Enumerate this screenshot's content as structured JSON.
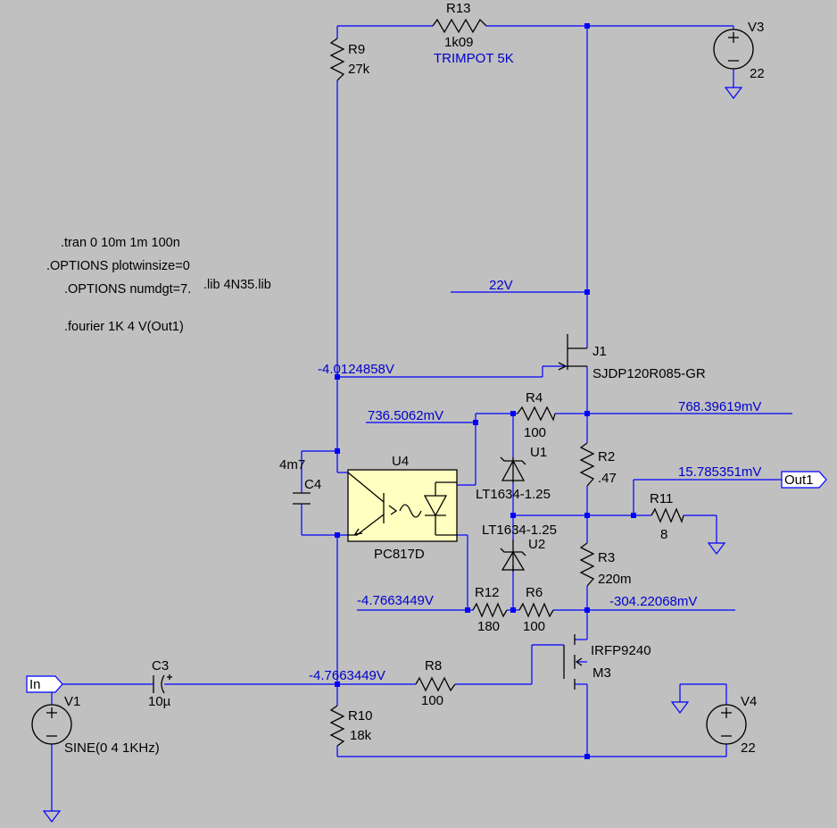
{
  "directives": [
    ".tran 0 10m 1m 100n",
    ".OPTIONS plotwinsize=0",
    ".OPTIONS numdgt=7.",
    ".lib 4N35.lib",
    ".fourier 1K 4 V(Out1)"
  ],
  "components": {
    "R13": {
      "name": "R13",
      "value": "1k09",
      "note": "TRIMPOT 5K"
    },
    "R9": {
      "name": "R9",
      "value": "27k"
    },
    "V3": {
      "name": "V3",
      "value": "22"
    },
    "J1": {
      "name": "J1",
      "value": "SJDP120R085-GR"
    },
    "R4": {
      "name": "R4",
      "value": "100"
    },
    "U1": {
      "name": "U1",
      "value": "LT1634-1.25"
    },
    "U2": {
      "name": "U2",
      "value": "LT1634-1.25"
    },
    "U4": {
      "name": "U4",
      "value": "PC817D"
    },
    "C4": {
      "name": "C4",
      "value": "4m7"
    },
    "R2": {
      "name": "R2",
      "value": ".47"
    },
    "R11": {
      "name": "R11",
      "value": "8"
    },
    "R3": {
      "name": "R3",
      "value": "220m"
    },
    "R12": {
      "name": "R12",
      "value": "180"
    },
    "R6": {
      "name": "R6",
      "value": "100"
    },
    "M3": {
      "name": "M3",
      "value": "IRFP9240"
    },
    "C3": {
      "name": "C3",
      "value": "10µ"
    },
    "R8": {
      "name": "R8",
      "value": "100"
    },
    "R10": {
      "name": "R10",
      "value": "18k"
    },
    "V1": {
      "name": "V1",
      "value": "SINE(0 4 1KHz)"
    },
    "V4": {
      "name": "V4",
      "value": "22"
    }
  },
  "node_voltages": {
    "supply": "22V",
    "j1_gate": "-4.0124858V",
    "u1_top": "736.5062mV",
    "j1_source": "768.39619mV",
    "out": "15.785351mV",
    "r12_left": "-4.7663449V",
    "m3_source": "-304.22068mV",
    "m3_gate_node": "-4.7663449V"
  },
  "ports": {
    "input": "In",
    "output": "Out1"
  }
}
